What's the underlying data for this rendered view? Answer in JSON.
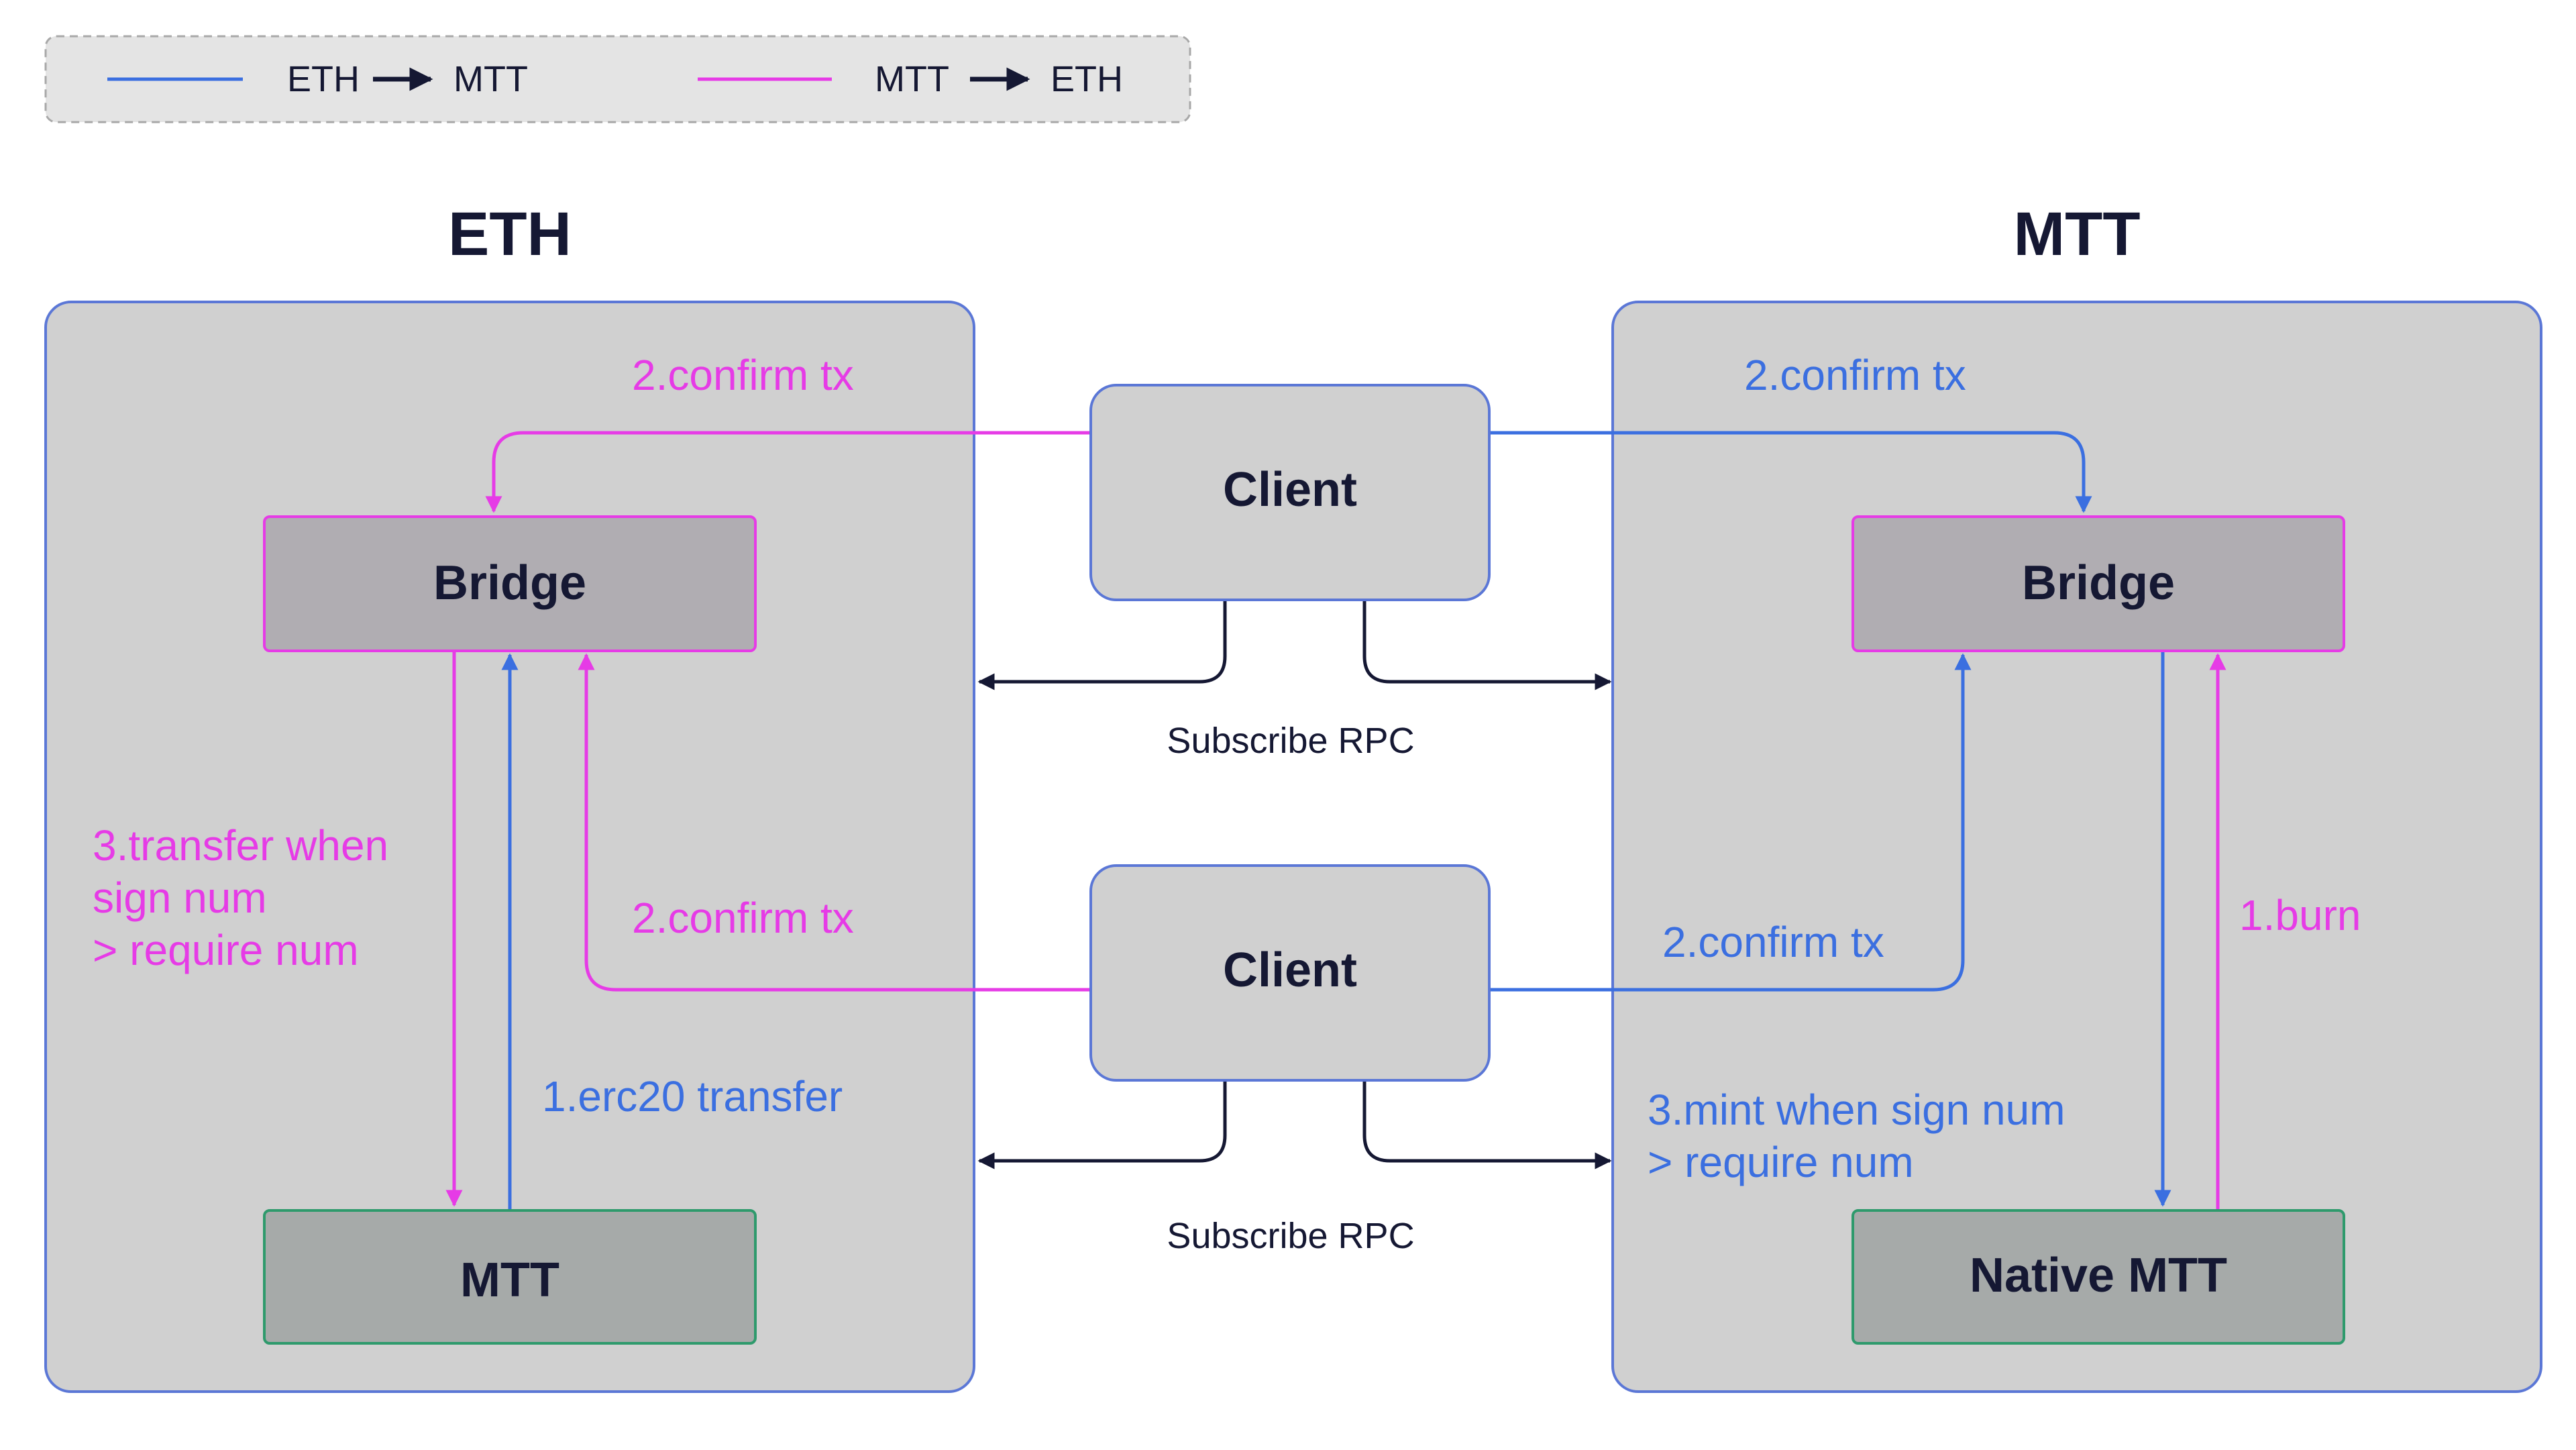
{
  "legend": {
    "eth_to_mtt": {
      "from": "ETH",
      "to": "MTT",
      "color": "#3B6FE0"
    },
    "mtt_to_eth": {
      "from": "MTT",
      "to": "ETH",
      "color": "#E63BE6"
    }
  },
  "colors": {
    "blue": "#3B6FE0",
    "magenta": "#E63BE6",
    "dark": "#151833",
    "panel_fill": "#D0D0D0",
    "bridge_fill": "#B0ADB2",
    "token_fill": "#A6AAA9",
    "token_border": "#2E9A6C"
  },
  "eth": {
    "title": "ETH",
    "bridge": "Bridge",
    "token": "MTT",
    "label_confirm_top": "2.confirm tx",
    "label_confirm_bottom": "2.confirm tx",
    "label_transfer": [
      "3.transfer when",
      "sign num",
      "> require num"
    ],
    "label_erc20": "1.erc20 transfer"
  },
  "mtt": {
    "title": "MTT",
    "bridge": "Bridge",
    "token": "Native MTT",
    "label_confirm_top": "2.confirm tx",
    "label_confirm_bottom": "2.confirm tx",
    "label_burn": "1.burn",
    "label_mint": [
      "3.mint when sign num",
      "> require num"
    ]
  },
  "clients": {
    "top": "Client",
    "bottom": "Client",
    "subscribe_top": "Subscribe RPC",
    "subscribe_bottom": "Subscribe RPC"
  }
}
